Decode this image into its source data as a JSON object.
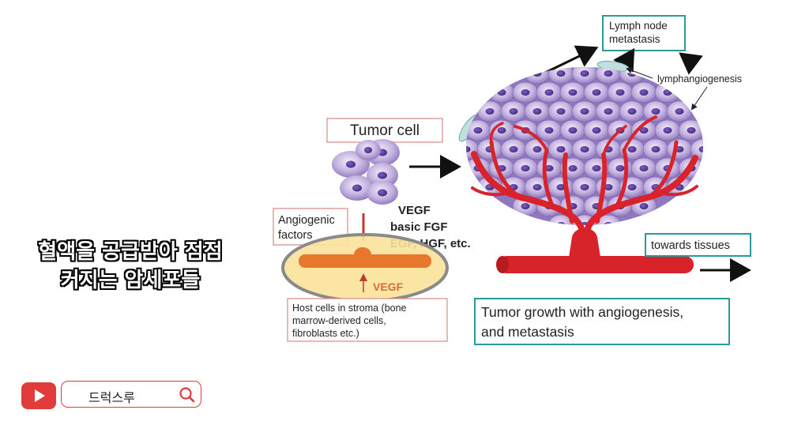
{
  "diagram": {
    "tumor_cell_label": "Tumor cell",
    "angiogenic_label_line1": "Angiogenic",
    "angiogenic_label_line2": "factors",
    "factors_line1": "VEGF",
    "factors_line2": "basic FGF",
    "factors_line3": "EGF, HGF, etc.",
    "stroma_vegf": "VEGF",
    "host_cells_line1": "Host cells in stroma (bone",
    "host_cells_line2": "marrow-derived cells,",
    "host_cells_line3": "fibroblasts etc.)",
    "lymph_node_line1": "Lymph node",
    "lymph_node_line2": "metastasis",
    "lymphangiogenesis_label": "lymphangiogenesis",
    "towards_tissues_label": "towards tissues",
    "growth_caption_line1": "Tumor growth with angiogenesis,",
    "growth_caption_line2": "and metastasis"
  },
  "subtitle": {
    "line1": "혈액을 공급받아 점점",
    "line2": "커지는 암세포들"
  },
  "channel": {
    "search_text": "드럭스루",
    "search_icon": "search-icon",
    "play_icon": "youtube-play-icon"
  },
  "colors": {
    "box_border_red": "#d98a8a",
    "box_border_teal": "#2a9a9a",
    "vessel_red": "#d9232b",
    "cell_purple": "#8a72b8",
    "nucleus": "#4a2f8a",
    "stroma_fill": "#fbe29a",
    "stroma_rod": "#e8772e",
    "accent_red": "#e23b3b"
  }
}
